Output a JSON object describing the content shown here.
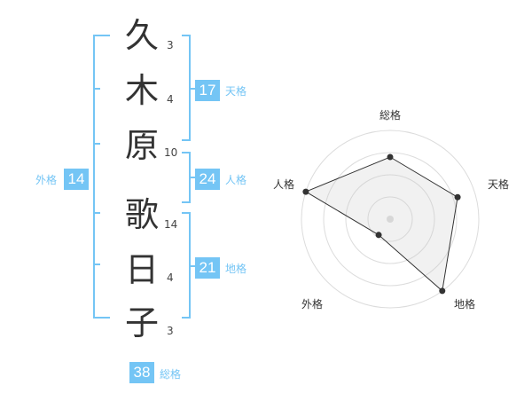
{
  "name": {
    "chars": [
      {
        "char": "久",
        "strokes": "3"
      },
      {
        "char": "木",
        "strokes": "4"
      },
      {
        "char": "原",
        "strokes": "10"
      },
      {
        "char": "歌",
        "strokes": "14"
      },
      {
        "char": "日",
        "strokes": "4"
      },
      {
        "char": "子",
        "strokes": "3"
      }
    ]
  },
  "kaku": {
    "tenkaku": {
      "value": "17",
      "label": "天格"
    },
    "jinkaku": {
      "value": "24",
      "label": "人格"
    },
    "chikaku": {
      "value": "21",
      "label": "地格"
    },
    "gaikaku": {
      "value": "14",
      "label": "外格"
    },
    "soukaku": {
      "value": "38",
      "label": "総格"
    }
  },
  "chart_data": {
    "type": "radar",
    "axes": [
      "総格",
      "天格",
      "地格",
      "外格",
      "人格"
    ],
    "rings": 4,
    "values": [
      0.7,
      0.8,
      1.0,
      0.22,
      1.0
    ],
    "accent_color": "#74c5f5"
  }
}
